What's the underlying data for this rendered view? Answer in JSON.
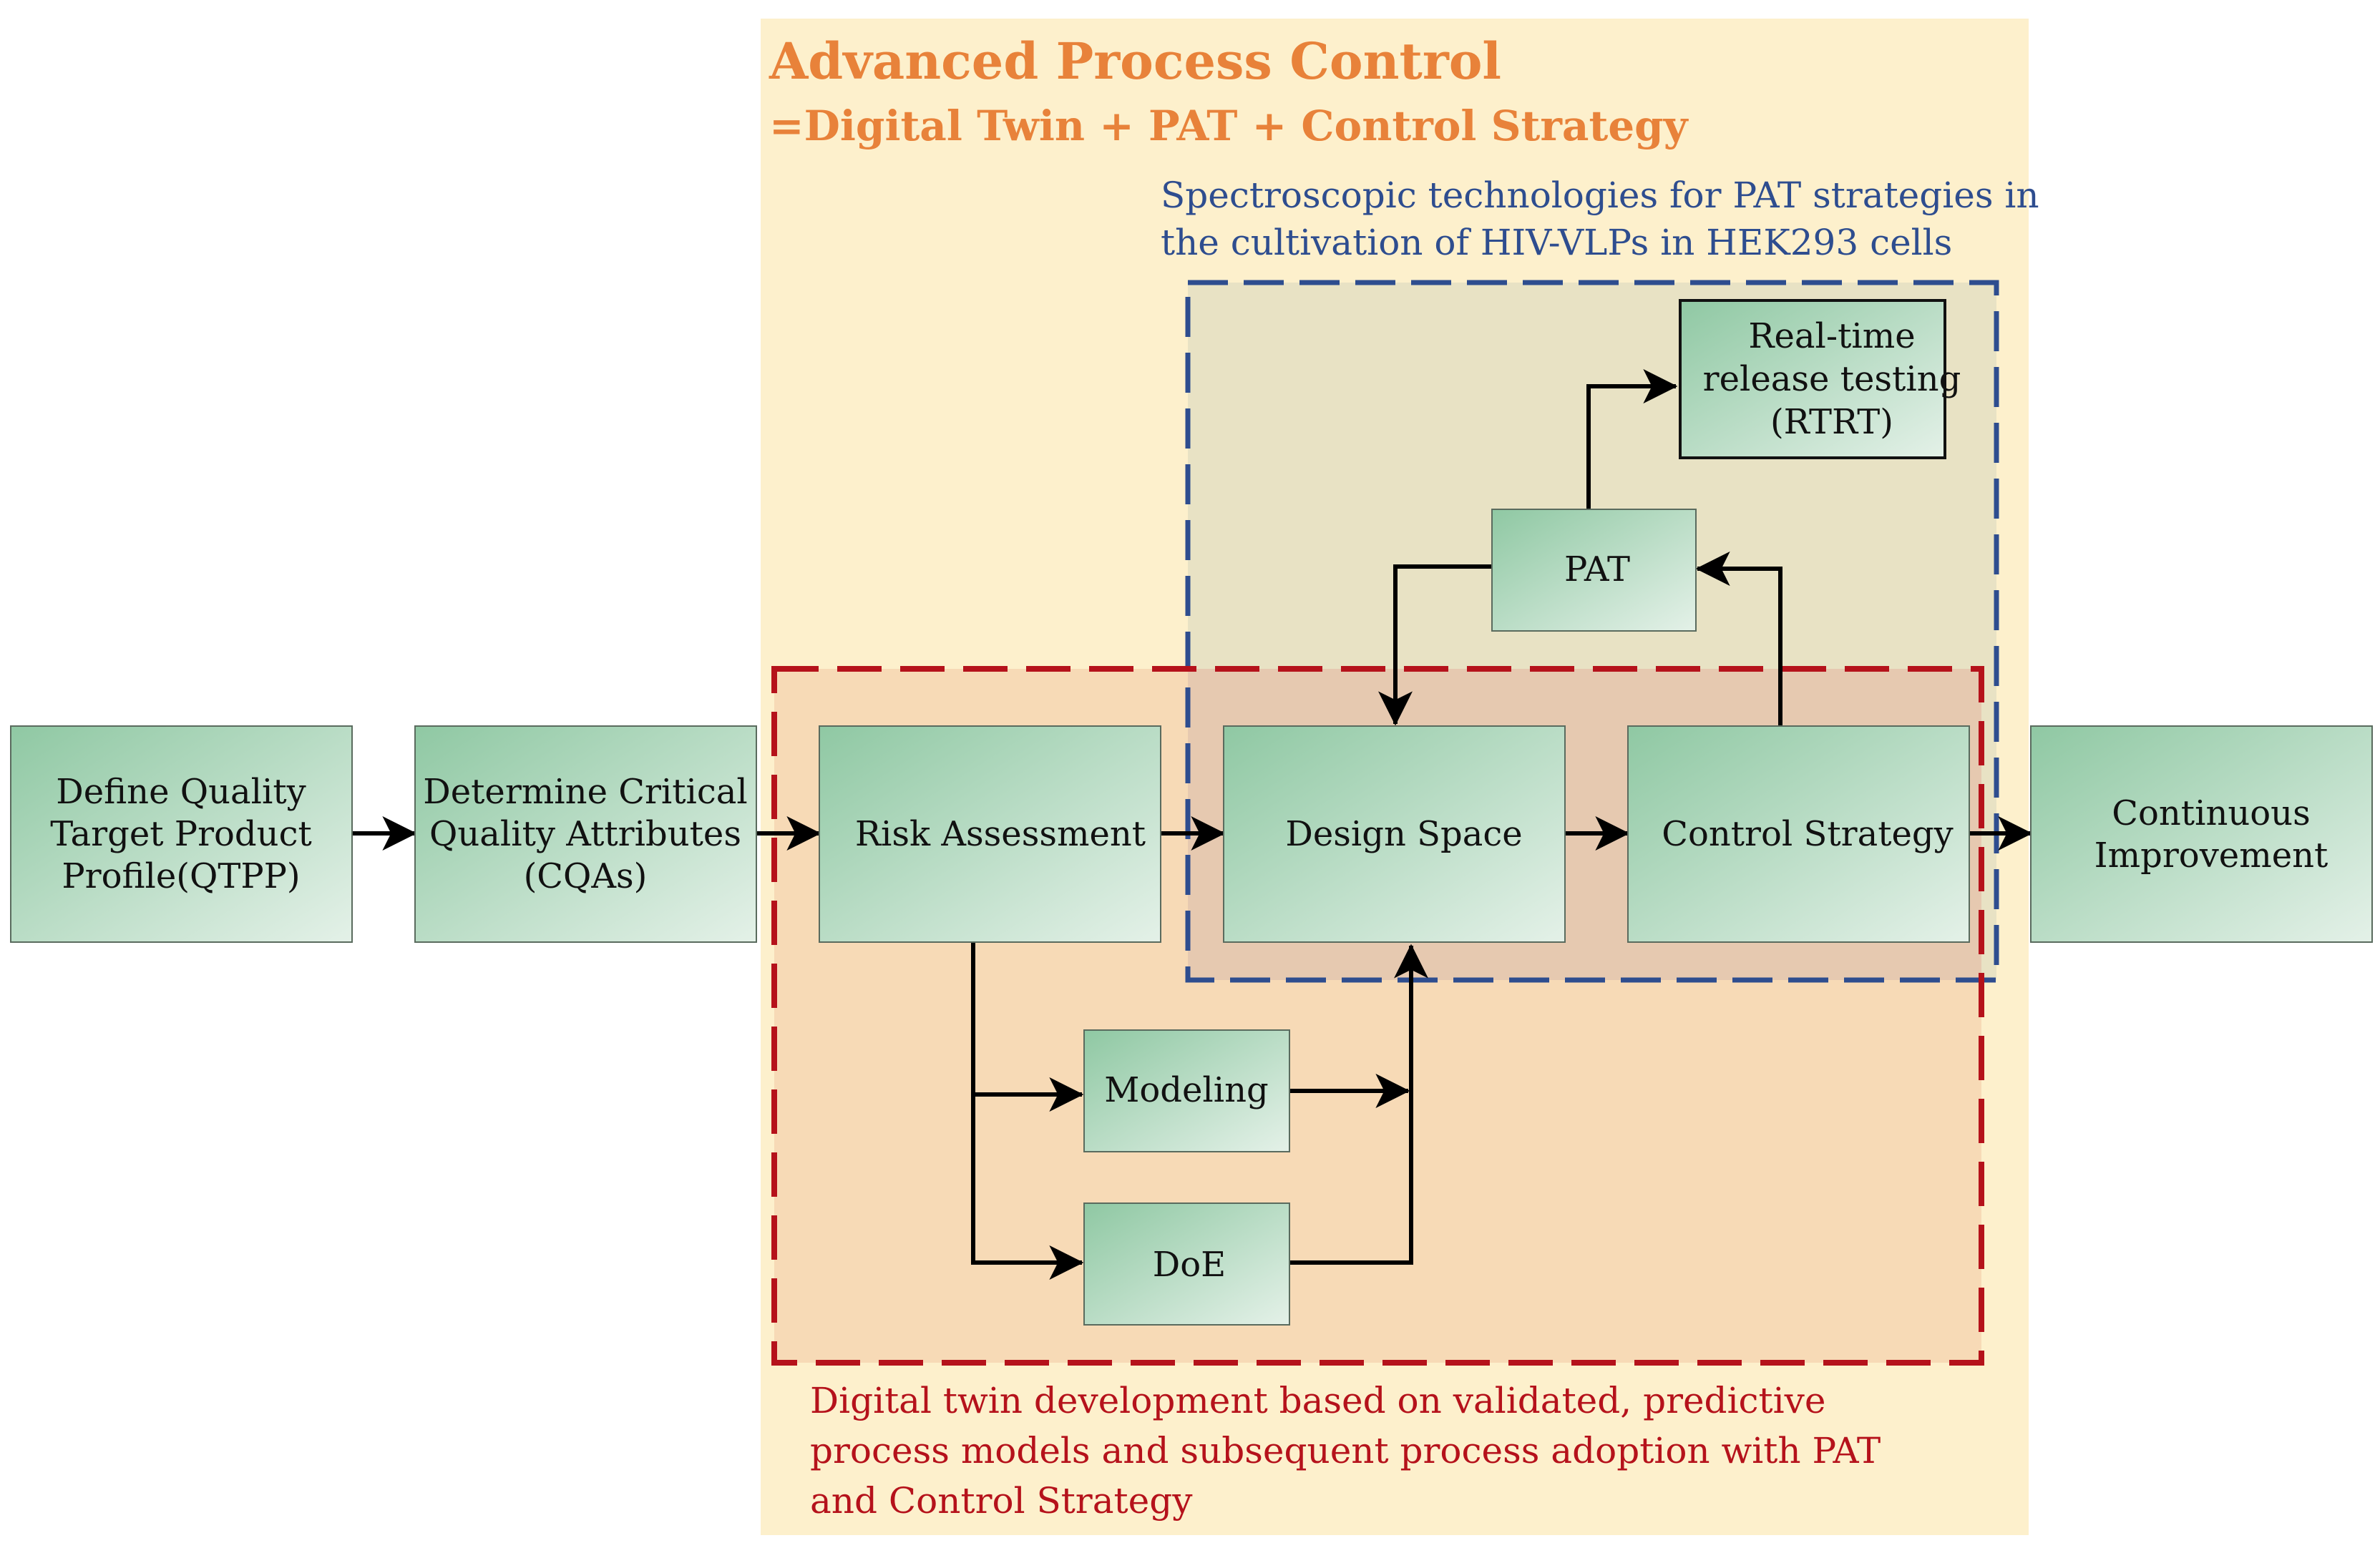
{
  "colors": {
    "apc_panel": "#fdf0cc",
    "pat_panel": "#e8e2c4",
    "dt_panel": "#f7dab6",
    "overlap_panel": "#e6c9b0",
    "box_top": "#8fc8a3",
    "box_bottom": "#e4f1e8",
    "box_border": "#5a6b5e",
    "blue": "#2e4d8f",
    "red": "#b5121b",
    "orange": "#e8823a",
    "black": "#000000"
  },
  "apc": {
    "title": "Advanced Process Control",
    "subtitle": "=Digital Twin + PAT + Control Strategy"
  },
  "pat_region": {
    "label_line1": "Spectroscopic technologies for PAT strategies in",
    "label_line2": "the cultivation of HIV-VLPs in HEK293 cells"
  },
  "dt_region": {
    "label_line1": "Digital twin development based on validated, predictive",
    "label_line2": "process models and subsequent process adoption with PAT",
    "label_line3": "and Control Strategy"
  },
  "boxes": {
    "qtpp": {
      "line1": "Define Quality",
      "line2": "Target Product",
      "line3": "Profile(QTPP)"
    },
    "cqas": {
      "line1": "Determine Critical",
      "line2": "Quality Attributes",
      "line3": "(CQAs)"
    },
    "risk": {
      "line1": "Risk Assessment"
    },
    "design": {
      "line1": "Design Space"
    },
    "control": {
      "line1": "Control Strategy"
    },
    "continuous": {
      "line1": "Continuous",
      "line2": "Improvement"
    },
    "pat": {
      "line1": "PAT"
    },
    "rtrt": {
      "line1": "Real-time",
      "line2": "release testing",
      "line3": "(RTRT)"
    },
    "modeling": {
      "line1": "Modeling"
    },
    "doe": {
      "line1": "DoE"
    }
  }
}
